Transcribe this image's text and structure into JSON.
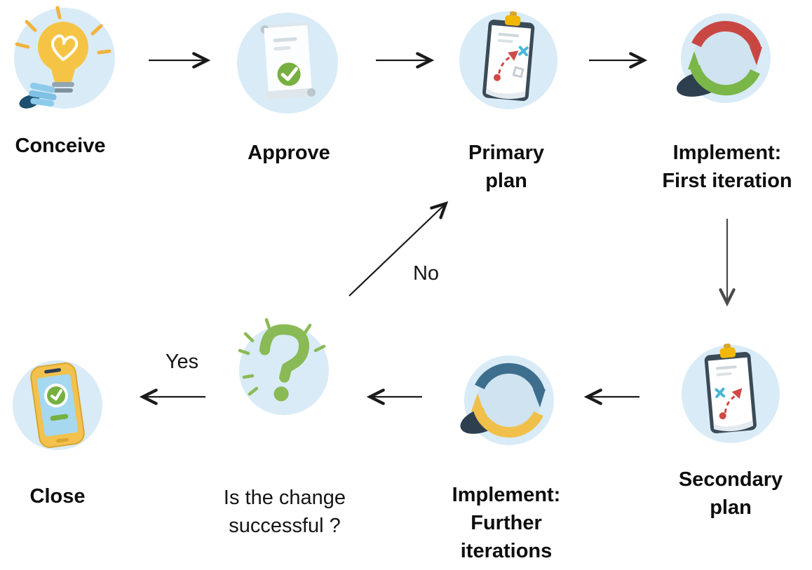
{
  "palette": {
    "background": "#ffffff",
    "icon_circle": "#d9ebf7",
    "arrow": "#1a1a1a",
    "arrow_gray": "#4a4a4a",
    "yellow": "#f5c132",
    "green": "#76b041",
    "red": "#c94743",
    "blue_dark": "#2e3f50",
    "blue_light": "#8ecbeb",
    "steel_blue": "#3d6e8e",
    "text": "#0d0d0d"
  },
  "diagram": {
    "nodes": {
      "conceive": {
        "lines": [
          "Conceive"
        ]
      },
      "approve": {
        "lines": [
          "Approve"
        ]
      },
      "primary_plan": {
        "lines": [
          "Primary",
          "plan"
        ]
      },
      "implement_first": {
        "lines": [
          "Implement:",
          "First iteration"
        ]
      },
      "secondary_plan": {
        "lines": [
          "Secondary",
          "plan"
        ]
      },
      "implement_further": {
        "lines": [
          "Implement:",
          "Further",
          "iterations"
        ]
      },
      "question": {
        "lines": [
          "Is the change",
          "successful ?"
        ]
      },
      "close": {
        "lines": [
          "Close"
        ]
      }
    },
    "edge_labels": {
      "yes": "Yes",
      "no": "No"
    }
  }
}
